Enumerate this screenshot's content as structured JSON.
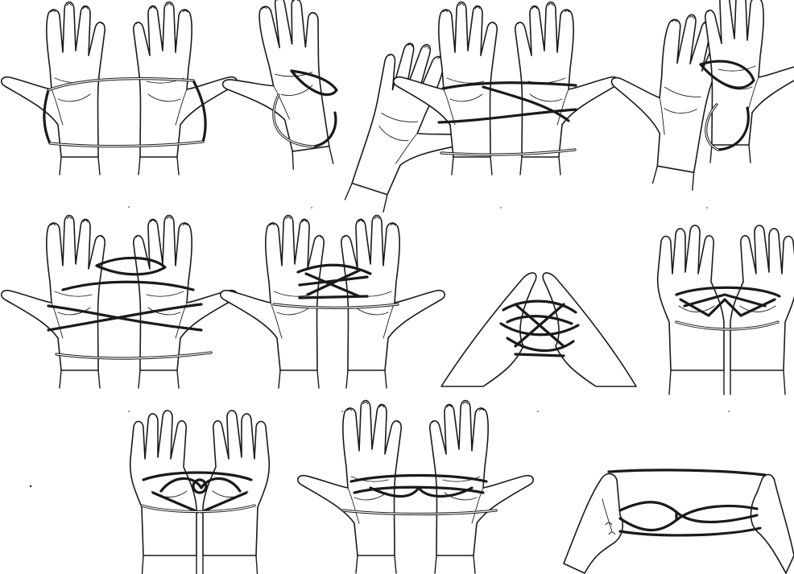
{
  "figure": {
    "panels": [
      {
        "id": "panel-1",
        "caption": ""
      },
      {
        "id": "panel-2",
        "caption": ""
      },
      {
        "id": "panel-3",
        "caption": ""
      },
      {
        "id": "panel-4",
        "caption": ""
      },
      {
        "id": "panel-5",
        "caption": ""
      },
      {
        "id": "panel-6",
        "caption": ""
      },
      {
        "id": "panel-7",
        "caption": ""
      },
      {
        "id": "panel-8",
        "caption": ""
      },
      {
        "id": "panel-9",
        "caption": ""
      },
      {
        "id": "panel-10",
        "caption": ""
      },
      {
        "id": "panel-11",
        "caption": ""
      }
    ],
    "colors": {
      "ink": "#1a1a1a",
      "paper": "#ffffff"
    }
  }
}
